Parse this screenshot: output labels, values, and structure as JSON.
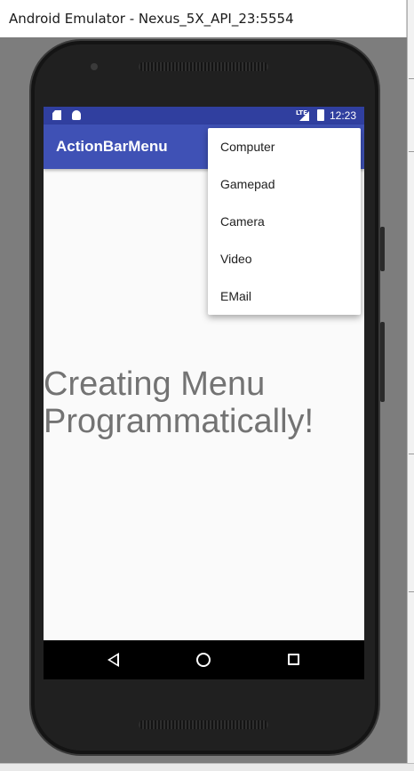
{
  "window": {
    "title": "Android Emulator - Nexus_5X_API_23:5554"
  },
  "status_bar": {
    "network": "LTE",
    "time": "12:23",
    "icons": [
      "sd-card-icon",
      "android-icon",
      "signal-icon",
      "battery-icon"
    ]
  },
  "action_bar": {
    "title": "ActionBarMenu",
    "color": "#3f51b5",
    "status_color": "#303f9f"
  },
  "overflow_menu": {
    "items": [
      {
        "label": "Computer"
      },
      {
        "label": "Gamepad"
      },
      {
        "label": "Camera"
      },
      {
        "label": "Video"
      },
      {
        "label": "EMail"
      }
    ]
  },
  "content": {
    "line1": "Creating Menu",
    "line2": "Programmatically!"
  },
  "nav_bar": {
    "buttons": [
      "back-icon",
      "home-icon",
      "recents-icon"
    ]
  }
}
